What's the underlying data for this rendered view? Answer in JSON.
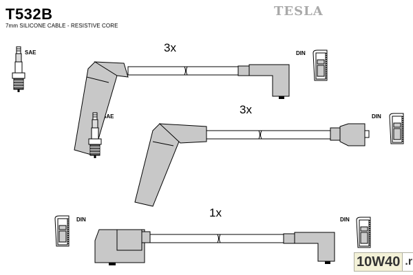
{
  "header": {
    "part_number": "T532B",
    "subtitle": "7mm SILICONE CABLE - RESISTIVE CORE",
    "brand": "TESLA"
  },
  "cables": [
    {
      "quantity": "3x",
      "left_terminal": "SAE",
      "right_terminal": "DIN"
    },
    {
      "quantity": "3x",
      "left_terminal": "SAE",
      "right_terminal": "DIN"
    },
    {
      "quantity": "1x",
      "left_terminal": "DIN",
      "right_terminal": "DIN"
    }
  ],
  "watermark": {
    "main": "10W40",
    "suffix": ".ru"
  },
  "colors": {
    "boot_fill": "#c8c8c8",
    "outline": "#000000",
    "brand": "#a9a9a9"
  }
}
